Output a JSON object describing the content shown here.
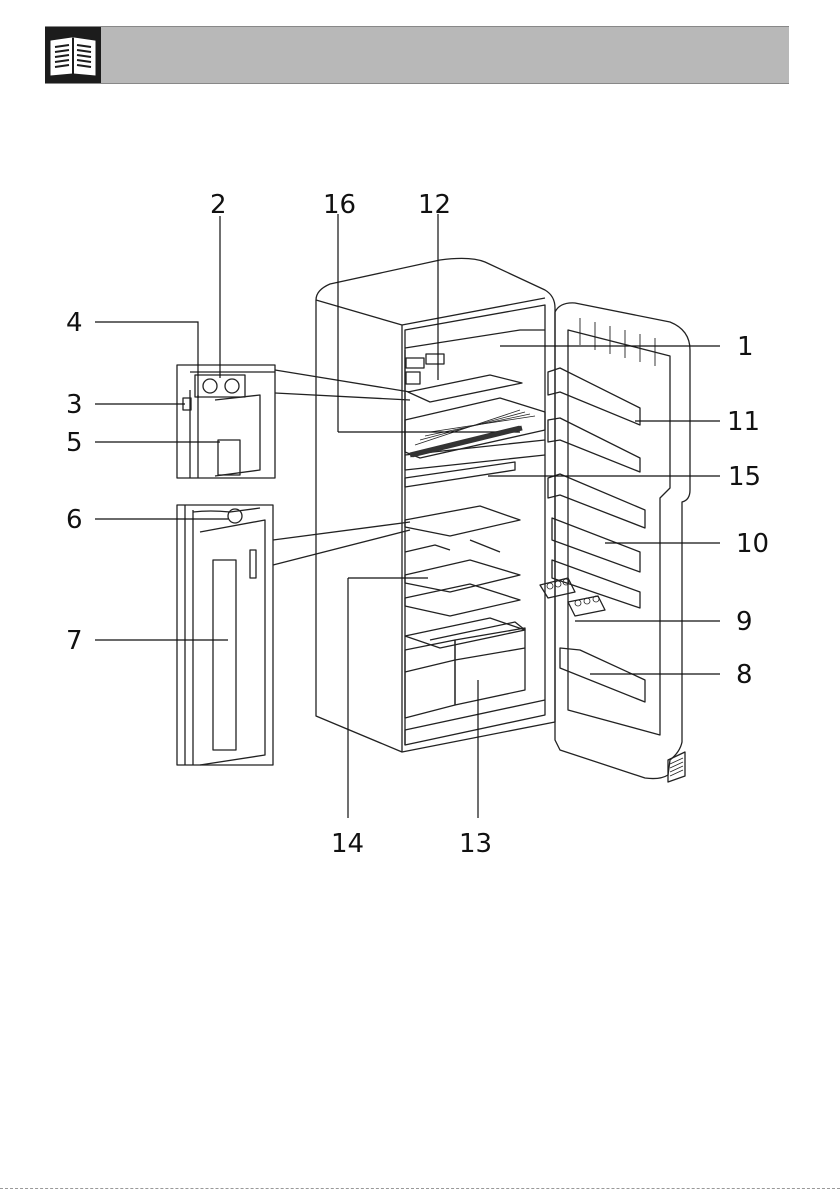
{
  "header": {
    "icon": "open-book-icon",
    "bar_color": "#b8b8b8"
  },
  "callouts": [
    {
      "id": "label-1",
      "text": "1"
    },
    {
      "id": "label-2",
      "text": "2"
    },
    {
      "id": "label-3",
      "text": "3"
    },
    {
      "id": "label-4",
      "text": "4"
    },
    {
      "id": "label-5",
      "text": "5"
    },
    {
      "id": "label-6",
      "text": "6"
    },
    {
      "id": "label-7",
      "text": "7"
    },
    {
      "id": "label-8",
      "text": "8"
    },
    {
      "id": "label-9",
      "text": "9"
    },
    {
      "id": "label-10",
      "text": "10"
    },
    {
      "id": "label-11",
      "text": "11"
    },
    {
      "id": "label-12",
      "text": "12"
    },
    {
      "id": "label-13",
      "text": "13"
    },
    {
      "id": "label-14",
      "text": "14"
    },
    {
      "id": "label-15",
      "text": "15"
    },
    {
      "id": "label-16",
      "text": "16"
    }
  ]
}
